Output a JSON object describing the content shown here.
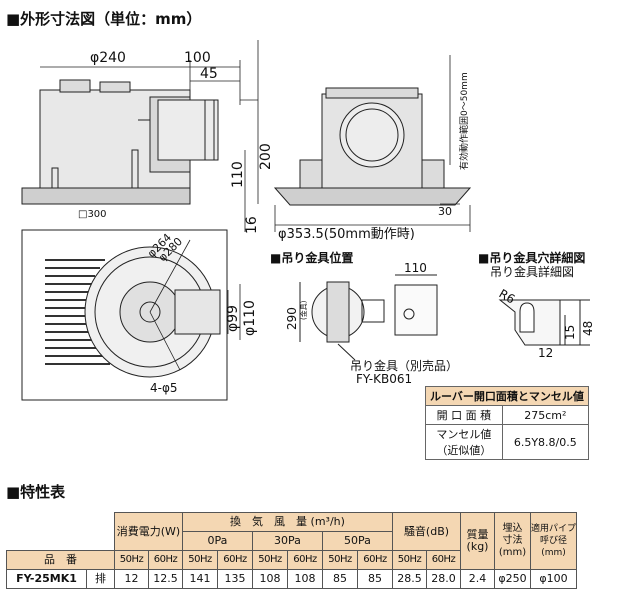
{
  "title": "■外形寸法図（単位：mm）",
  "dims": {
    "d240": "φ240",
    "d100": "100",
    "d45": "45",
    "d200": "200",
    "d110v": "110",
    "d16": "16",
    "sq300": "□300",
    "d353": "φ353.5(50mm動作時)",
    "d30": "30",
    "adjust": "有効動作範囲0〜50mm",
    "d264": "φ264",
    "d280": "φ280",
    "d99": "φ99",
    "d110": "φ110",
    "d4_5": "4-φ5"
  },
  "hanger_pos": {
    "title": "■吊り金具位置",
    "d290": "290",
    "d290b": "(金具)",
    "d110": "110",
    "part": "吊り金具（別売品）",
    "model": "FY-KB061"
  },
  "hanger_hole": {
    "title": "■吊り金具穴詳細図",
    "subtitle": "吊り金具詳細図",
    "r6": "R6",
    "d15": "15",
    "d48": "48",
    "d12": "12"
  },
  "louver": {
    "title": "ルーバー開口面積とマンセル値",
    "rows": [
      {
        "label": "開 口 面 積",
        "value": "275cm²"
      },
      {
        "label": "マンセル値",
        "label2": "（近似値）",
        "value": "6.5Y8.8/0.5"
      }
    ]
  },
  "spec": {
    "title": "■特性表",
    "h_power": "消費電力(W)",
    "h_airflow": "換　気　風　量 (m³/h)",
    "h_noise": "騒音(dB)",
    "h_mass": "質量",
    "h_mass_unit": "(kg)",
    "h_embed": "埋込",
    "h_embed2": "寸法",
    "h_embed_unit": "(mm)",
    "h_pipe": "適用パイプ",
    "h_pipe2": "呼び径",
    "h_pipe_unit": "(mm)",
    "pa0": "0Pa",
    "pa30": "30Pa",
    "pa50": "50Pa",
    "hz50": "50Hz",
    "hz60": "60Hz",
    "model_hdr": "品　番",
    "row": {
      "model": "FY-25MK1",
      "type": "排",
      "values": [
        "12",
        "12.5",
        "141",
        "135",
        "108",
        "108",
        "85",
        "85",
        "28.5",
        "28.0",
        "2.4",
        "φ250",
        "φ100"
      ]
    }
  }
}
